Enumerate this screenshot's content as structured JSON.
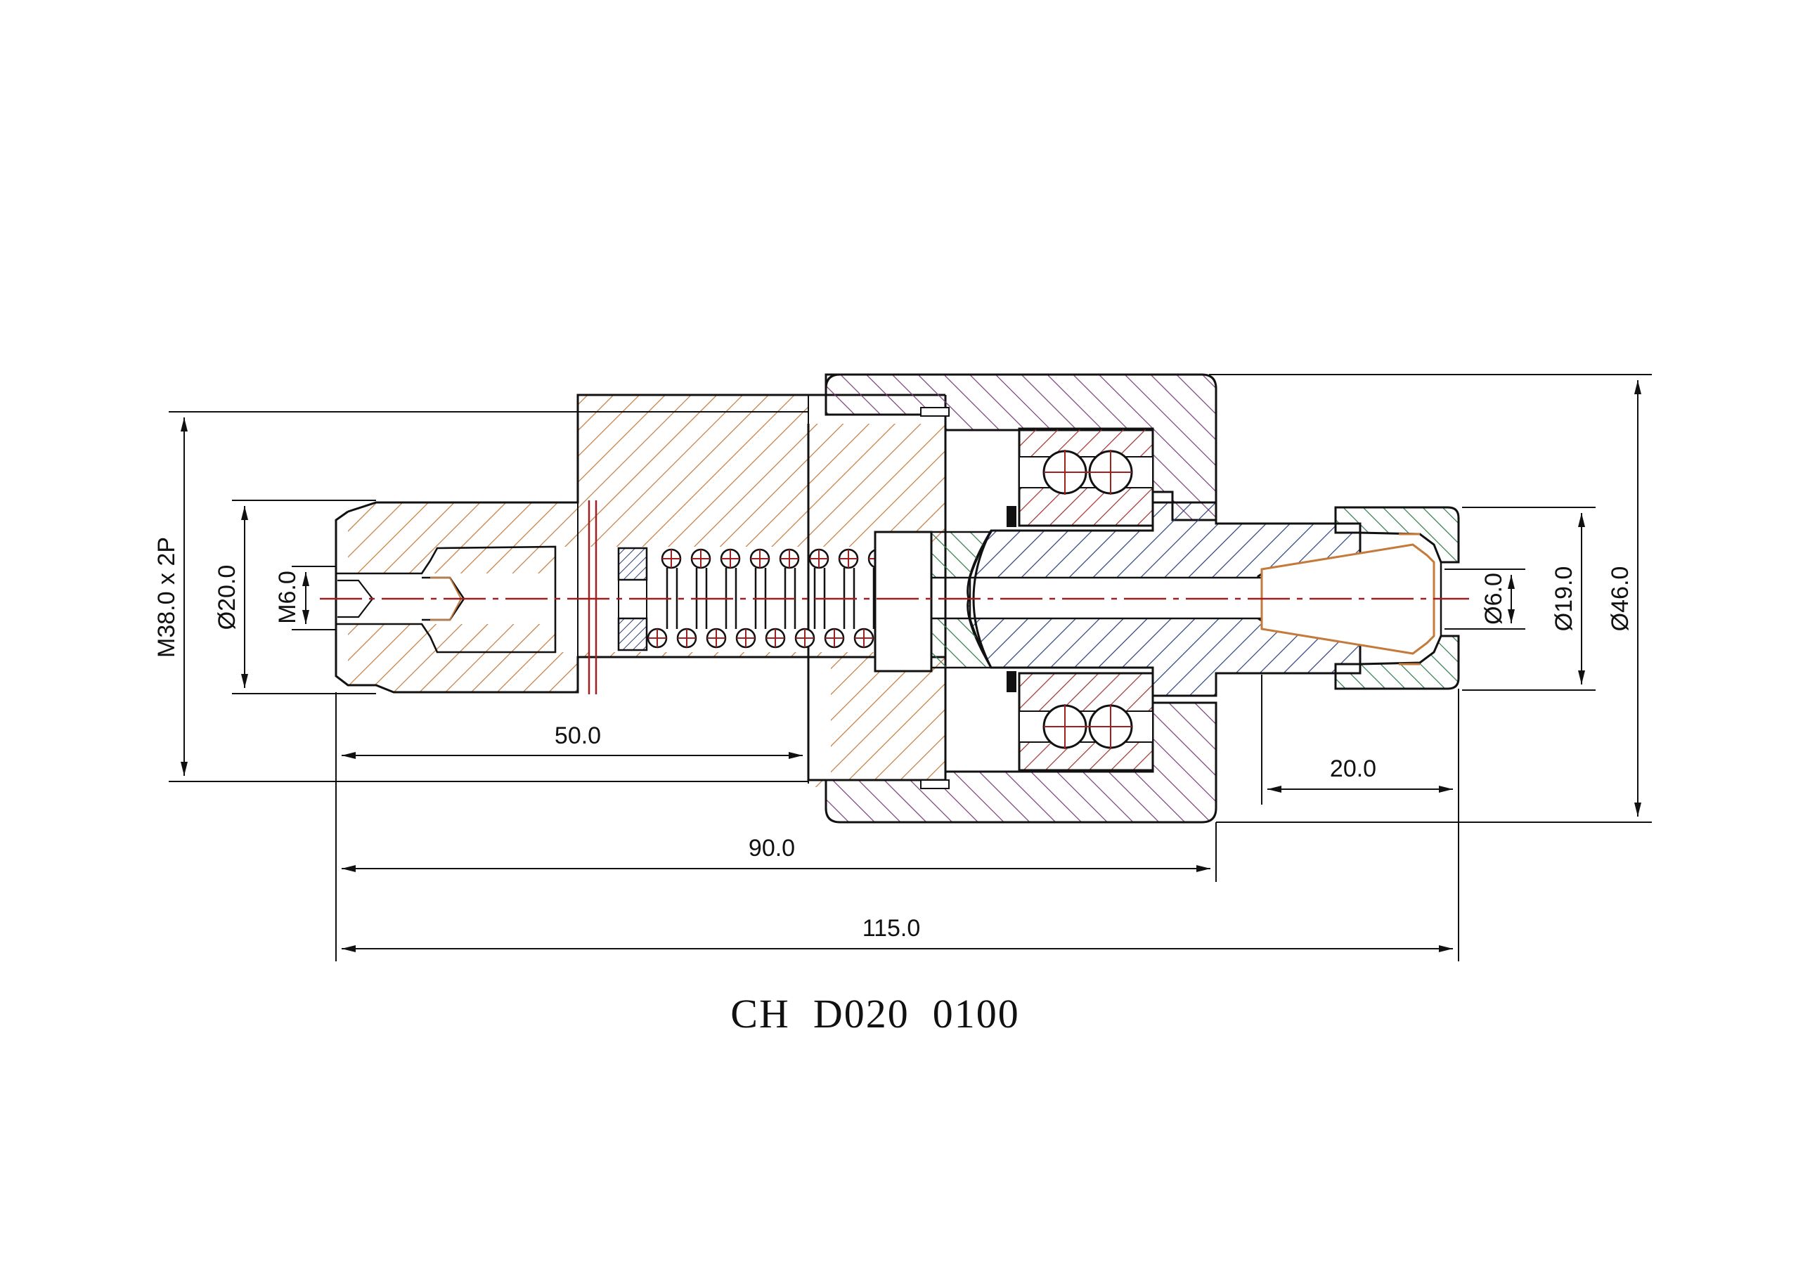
{
  "title": "CH  D020  0100",
  "colors": {
    "shank": "#c47a3a",
    "nut": "#7a3a7a",
    "bearing": "#a0302e",
    "spindle": "#2c3e7a",
    "collar": "#2e7a4a",
    "centerline": "#a02020",
    "outline": "#111111"
  },
  "dimensions": {
    "thread": "M38.0 x 2P",
    "d20": "Ø20.0",
    "m6": "M6.0",
    "len50": "50.0",
    "len90": "90.0",
    "len115": "115.0",
    "len20": "20.0",
    "d6": "Ø6.0",
    "d19": "Ø19.0",
    "d46": "Ø46.0"
  }
}
